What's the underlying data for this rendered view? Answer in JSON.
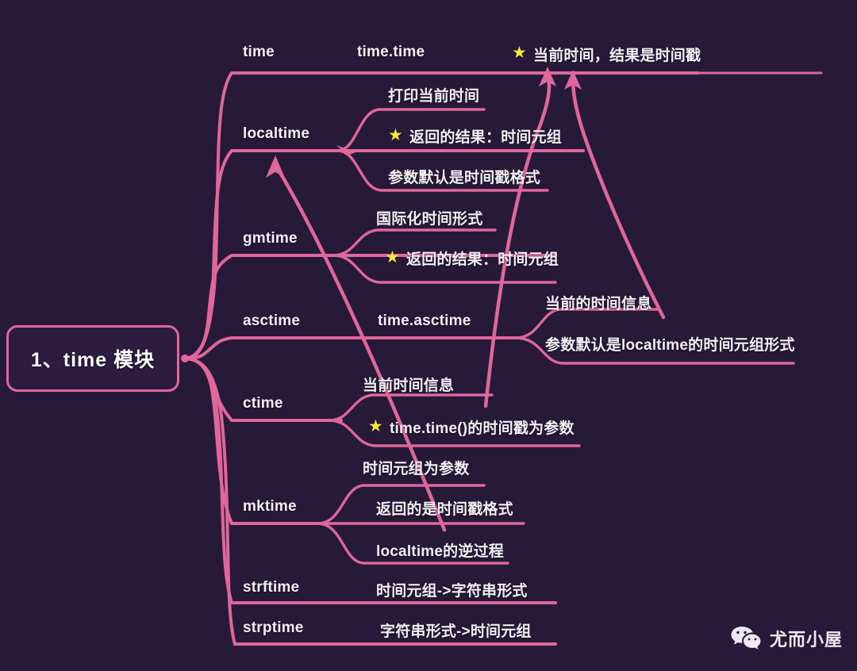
{
  "background_color": "#261A38",
  "accent_color": "#E0669C",
  "text_color": "#F2EFF5",
  "star_color": "#F5E93A",
  "root": {
    "label": "1、time 模块"
  },
  "branches": [
    {
      "name": "time",
      "label": "time",
      "leaves": [
        {
          "label": "time.time"
        },
        {
          "label": "当前时间，结果是时间戳",
          "star": true
        }
      ]
    },
    {
      "name": "localtime",
      "label": "localtime",
      "leaves": [
        {
          "label": "打印当前时间"
        },
        {
          "label": "返回的结果：时间元组",
          "star": true
        },
        {
          "label": "参数默认是时间戳格式"
        }
      ]
    },
    {
      "name": "gmtime",
      "label": "gmtime",
      "leaves": [
        {
          "label": "国际化时间形式"
        },
        {
          "label": "返回的结果：时间元组",
          "star": true
        }
      ]
    },
    {
      "name": "asctime",
      "label": "asctime",
      "leaves": [
        {
          "label": "time.asctime"
        },
        {
          "label": "当前的时间信息"
        },
        {
          "label": "参数默认是localtime的时间元组形式"
        }
      ]
    },
    {
      "name": "ctime",
      "label": "ctime",
      "leaves": [
        {
          "label": "当前时间信息"
        },
        {
          "label": "time.time()的时间戳为参数",
          "star": true
        }
      ]
    },
    {
      "name": "mktime",
      "label": "mktime",
      "leaves": [
        {
          "label": "时间元组为参数"
        },
        {
          "label": "返回的是时间戳格式"
        },
        {
          "label": "localtime的逆过程"
        }
      ]
    },
    {
      "name": "strftime",
      "label": "strftime",
      "leaves": [
        {
          "label": "时间元组->字符串形式"
        }
      ]
    },
    {
      "name": "strptime",
      "label": "strptime",
      "leaves": [
        {
          "label": "字符串形式->时间元组"
        }
      ]
    }
  ],
  "watermark": {
    "text": "尤而小屋",
    "icon": "wechat-icon"
  }
}
